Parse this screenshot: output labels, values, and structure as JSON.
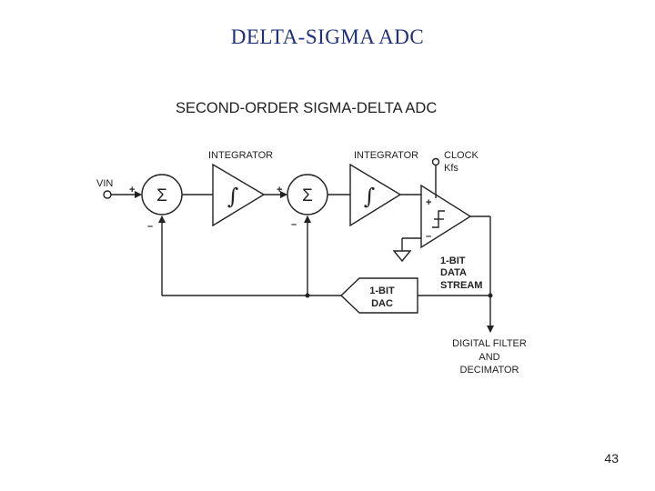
{
  "slide": {
    "title": "DELTA-SIGMA  ADC",
    "page_number": "43"
  },
  "diagram": {
    "heading": "SECOND-ORDER SIGMA-DELTA ADC",
    "input_label": "VIN",
    "integrator_1_label": "INTEGRATOR",
    "integrator_2_label": "INTEGRATOR",
    "clock_label": "CLOCK",
    "clock_rate": "Kfs",
    "summer_symbol": "Σ",
    "integral_symbol": "∫",
    "plus_sign": "+",
    "minus_sign": "–",
    "bit_stream_label_1": "1-BIT",
    "bit_stream_label_2": "DATA",
    "bit_stream_label_3": "STREAM",
    "dac_label_1": "1-BIT",
    "dac_label_2": "DAC",
    "output_label_1": "DIGITAL FILTER",
    "output_label_2": "AND",
    "output_label_3": "DECIMATOR"
  }
}
